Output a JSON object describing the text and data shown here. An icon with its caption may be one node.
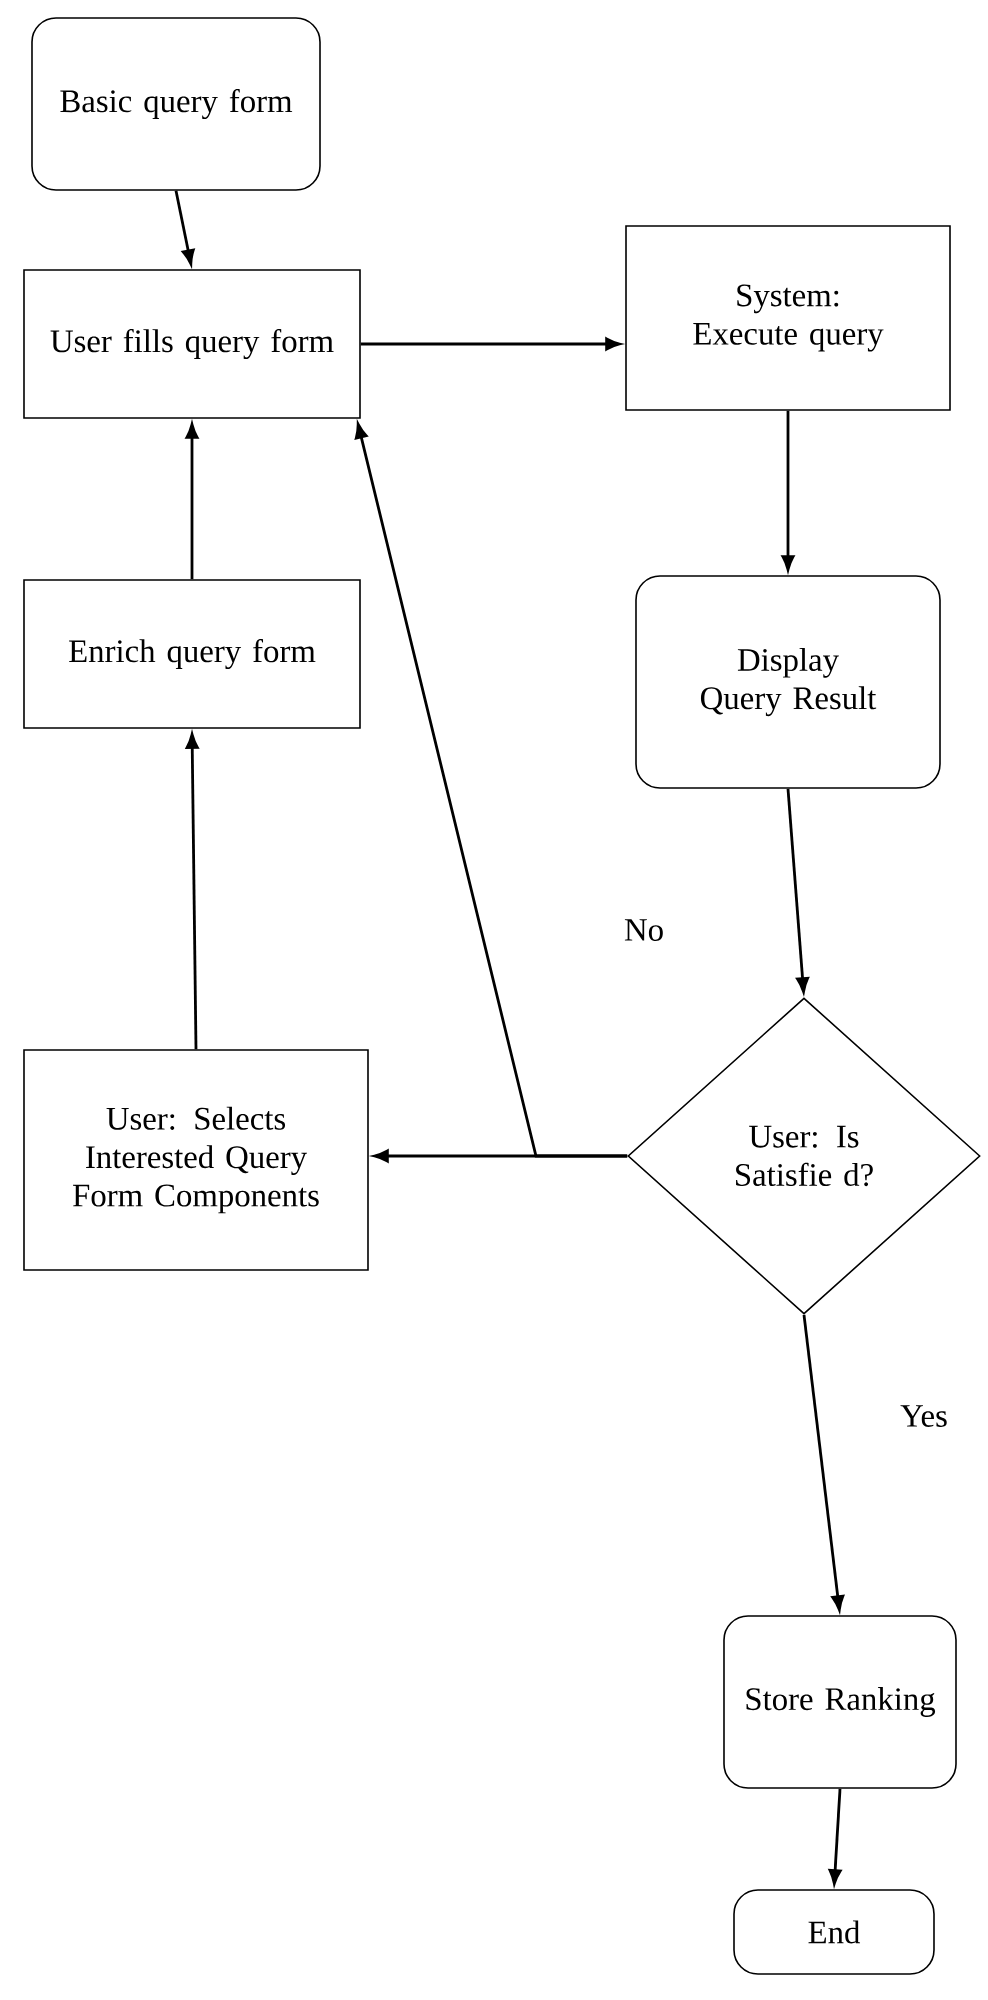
{
  "diagram": {
    "nodes": [
      {
        "text": [
          "Basic query form"
        ]
      },
      {
        "text": [
          "User fills query form"
        ]
      },
      {
        "text": [
          "System: Execute query"
        ]
      },
      {
        "text": [
          "Display Query Result"
        ]
      },
      {
        "text": [
          "User: Is Satisfie d?"
        ]
      },
      {
        "text": [
          "Store Ranking"
        ]
      },
      {
        "text": [
          "End"
        ]
      },
      {
        "text": [
          "User: Selects Interested Query Form Components"
        ]
      },
      {
        "text": [
          "Enrich query form"
        ]
      }
    ],
    "edges": [
      {
        "from": 0,
        "to": 1,
        "arrow": "to"
      },
      {
        "from": 1,
        "to": 2,
        "arrow": "to"
      },
      {
        "from": 2,
        "to": 3,
        "arrow": "to"
      },
      {
        "from": 3,
        "to": 4,
        "arrow": "to"
      },
      {
        "from": 4,
        "to": 5,
        "arrow": "to",
        "label": "Yes"
      },
      {
        "from": 5,
        "to": 6,
        "arrow": "to"
      },
      {
        "from": 4,
        "to": 7,
        "arrow": "to"
      },
      {
        "from": 4,
        "to": 1,
        "arrow": "to",
        "label": "No"
      },
      {
        "from": 7,
        "to": 8,
        "arrow": "to"
      },
      {
        "from": 8,
        "to": 1,
        "arrow": "to"
      }
    ]
  }
}
